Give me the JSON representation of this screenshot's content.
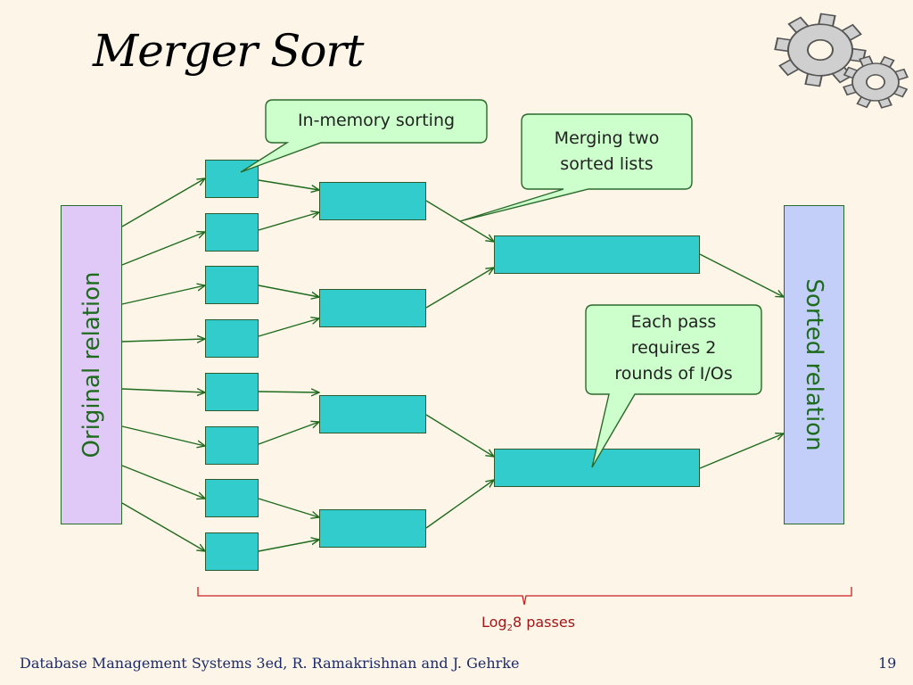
{
  "slide": {
    "title": "Merger Sort",
    "left_box_label": "Original relation",
    "right_box_label": "Sorted relation",
    "callouts": {
      "in_memory": "In-memory sorting",
      "merging": [
        "Merging two",
        "sorted lists"
      ],
      "each_pass": [
        "Each pass",
        "requires 2",
        "rounds of I/Os"
      ]
    },
    "brace_label": {
      "prefix": "Log",
      "subscript": "2",
      "suffix": "8 passes"
    },
    "footer": "Database Management Systems 3ed,  R. Ramakrishnan and J. Gehrke",
    "page_number": "19",
    "colors": {
      "background": "#fdf5e8",
      "block_fill": "#33cccc",
      "callout_fill": "#ccffcc",
      "arrow": "#1e6b1e",
      "original_box": "#e0c9f7",
      "sorted_box": "#c3cff8",
      "brace": "#cc2222",
      "gear": "#cccccc"
    },
    "icons": [
      "gear-icon",
      "gear-icon"
    ]
  }
}
